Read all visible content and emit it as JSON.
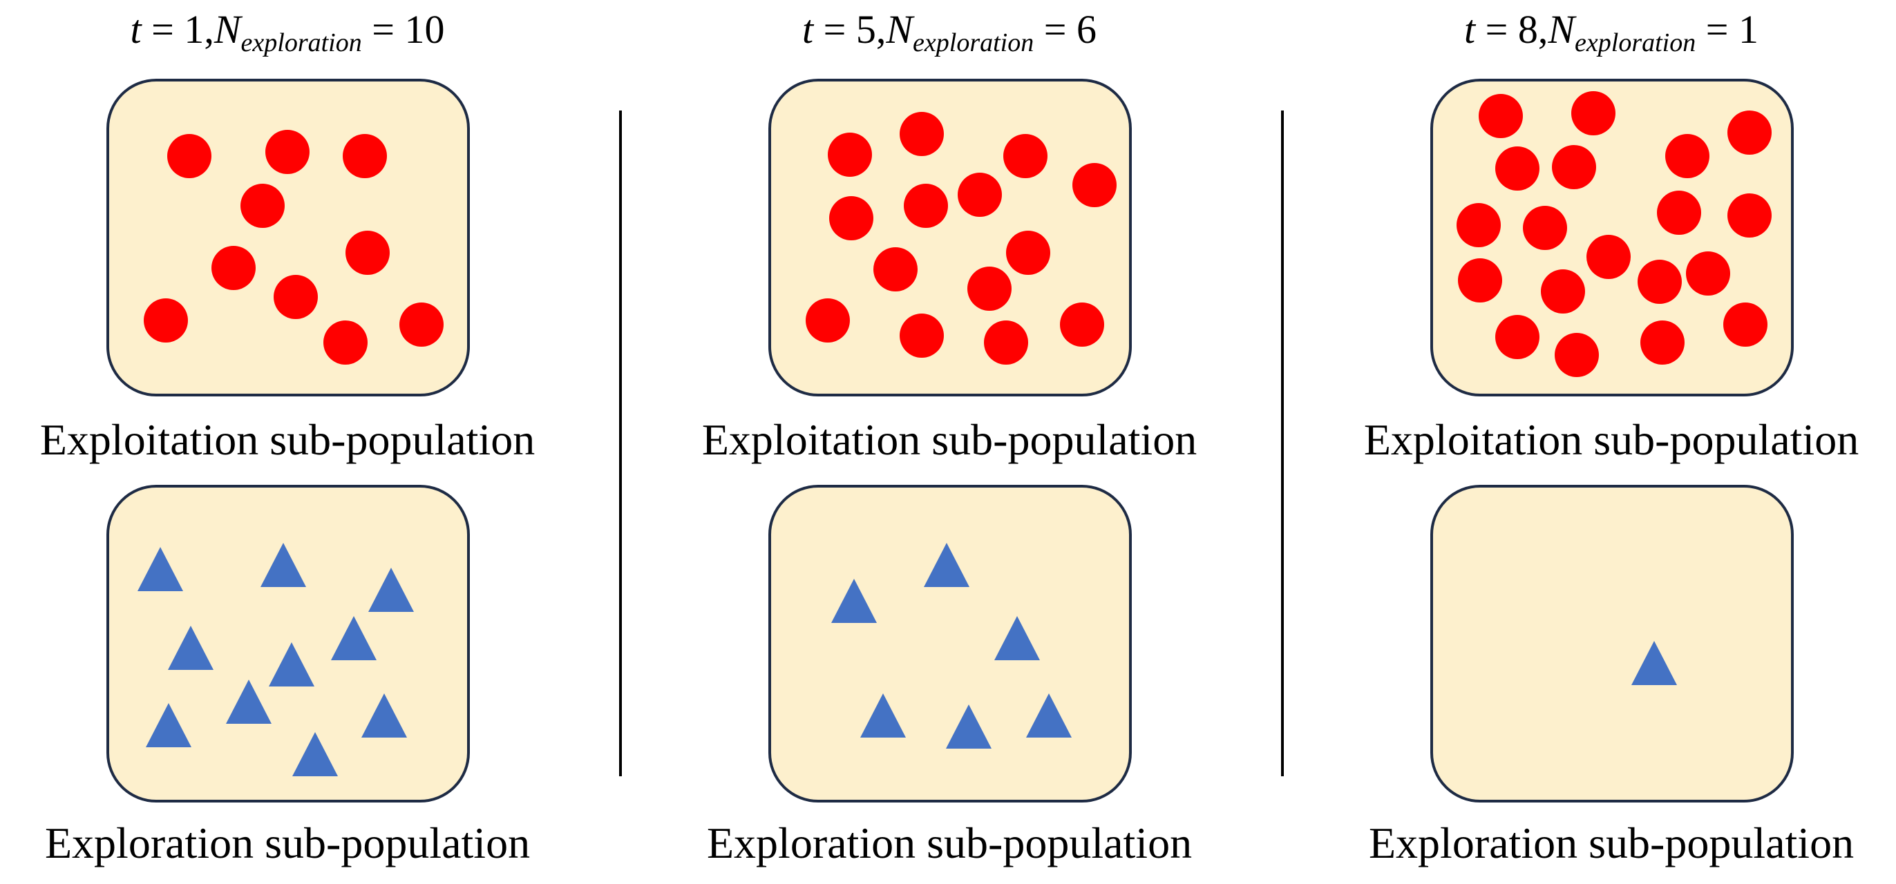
{
  "colors": {
    "box_fill": "#fdf0cd",
    "box_stroke": "#1e2b44",
    "exploitation_marker": "#ff0000",
    "exploration_marker": "#4472c4"
  },
  "legend": {
    "exploitation_marker_shape": "red-circle",
    "exploration_marker_shape": "blue-triangle"
  },
  "panels": [
    {
      "heading": {
        "t_var": "t",
        "t_eq": " = 1,",
        "n_var": "N",
        "n_sub": "exploration",
        "n_eq": " = 10"
      },
      "exploitation_label": "Exploitation sub-population",
      "exploration_label": "Exploration sub-population",
      "exploitation_count": 10,
      "exploration_count": 10
    },
    {
      "heading": {
        "t_var": "t",
        "t_eq": " = 5,",
        "n_var": "N",
        "n_sub": "exploration",
        "n_eq": " = 6"
      },
      "exploitation_label": "Exploitation sub-population",
      "exploration_label": "Exploration sub-population",
      "exploitation_count": 14,
      "exploration_count": 6
    },
    {
      "heading": {
        "t_var": "t",
        "t_eq": " = 8,",
        "n_var": "N",
        "n_sub": "exploration",
        "n_eq": " = 1"
      },
      "exploitation_label": "Exploitation sub-population",
      "exploration_label": "Exploration sub-population",
      "exploitation_count": 19,
      "exploration_count": 1
    }
  ]
}
